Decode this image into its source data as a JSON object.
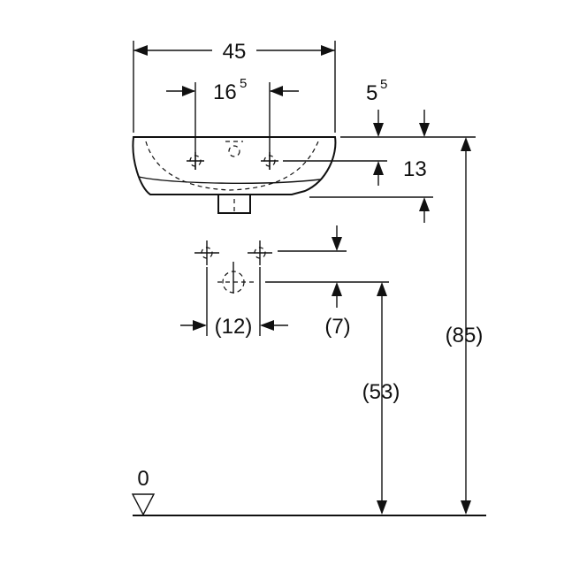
{
  "dimensions": {
    "width": "45",
    "tap_spacing": "16",
    "tap_spacing_sup": "5",
    "top_offset": "5",
    "top_offset_sup": "5",
    "basin_depth": "13",
    "drain_spacing": "(12)",
    "drain_offset": "(7)",
    "drain_height": "(53)",
    "rim_height": "(85)",
    "floor_level": "0"
  }
}
